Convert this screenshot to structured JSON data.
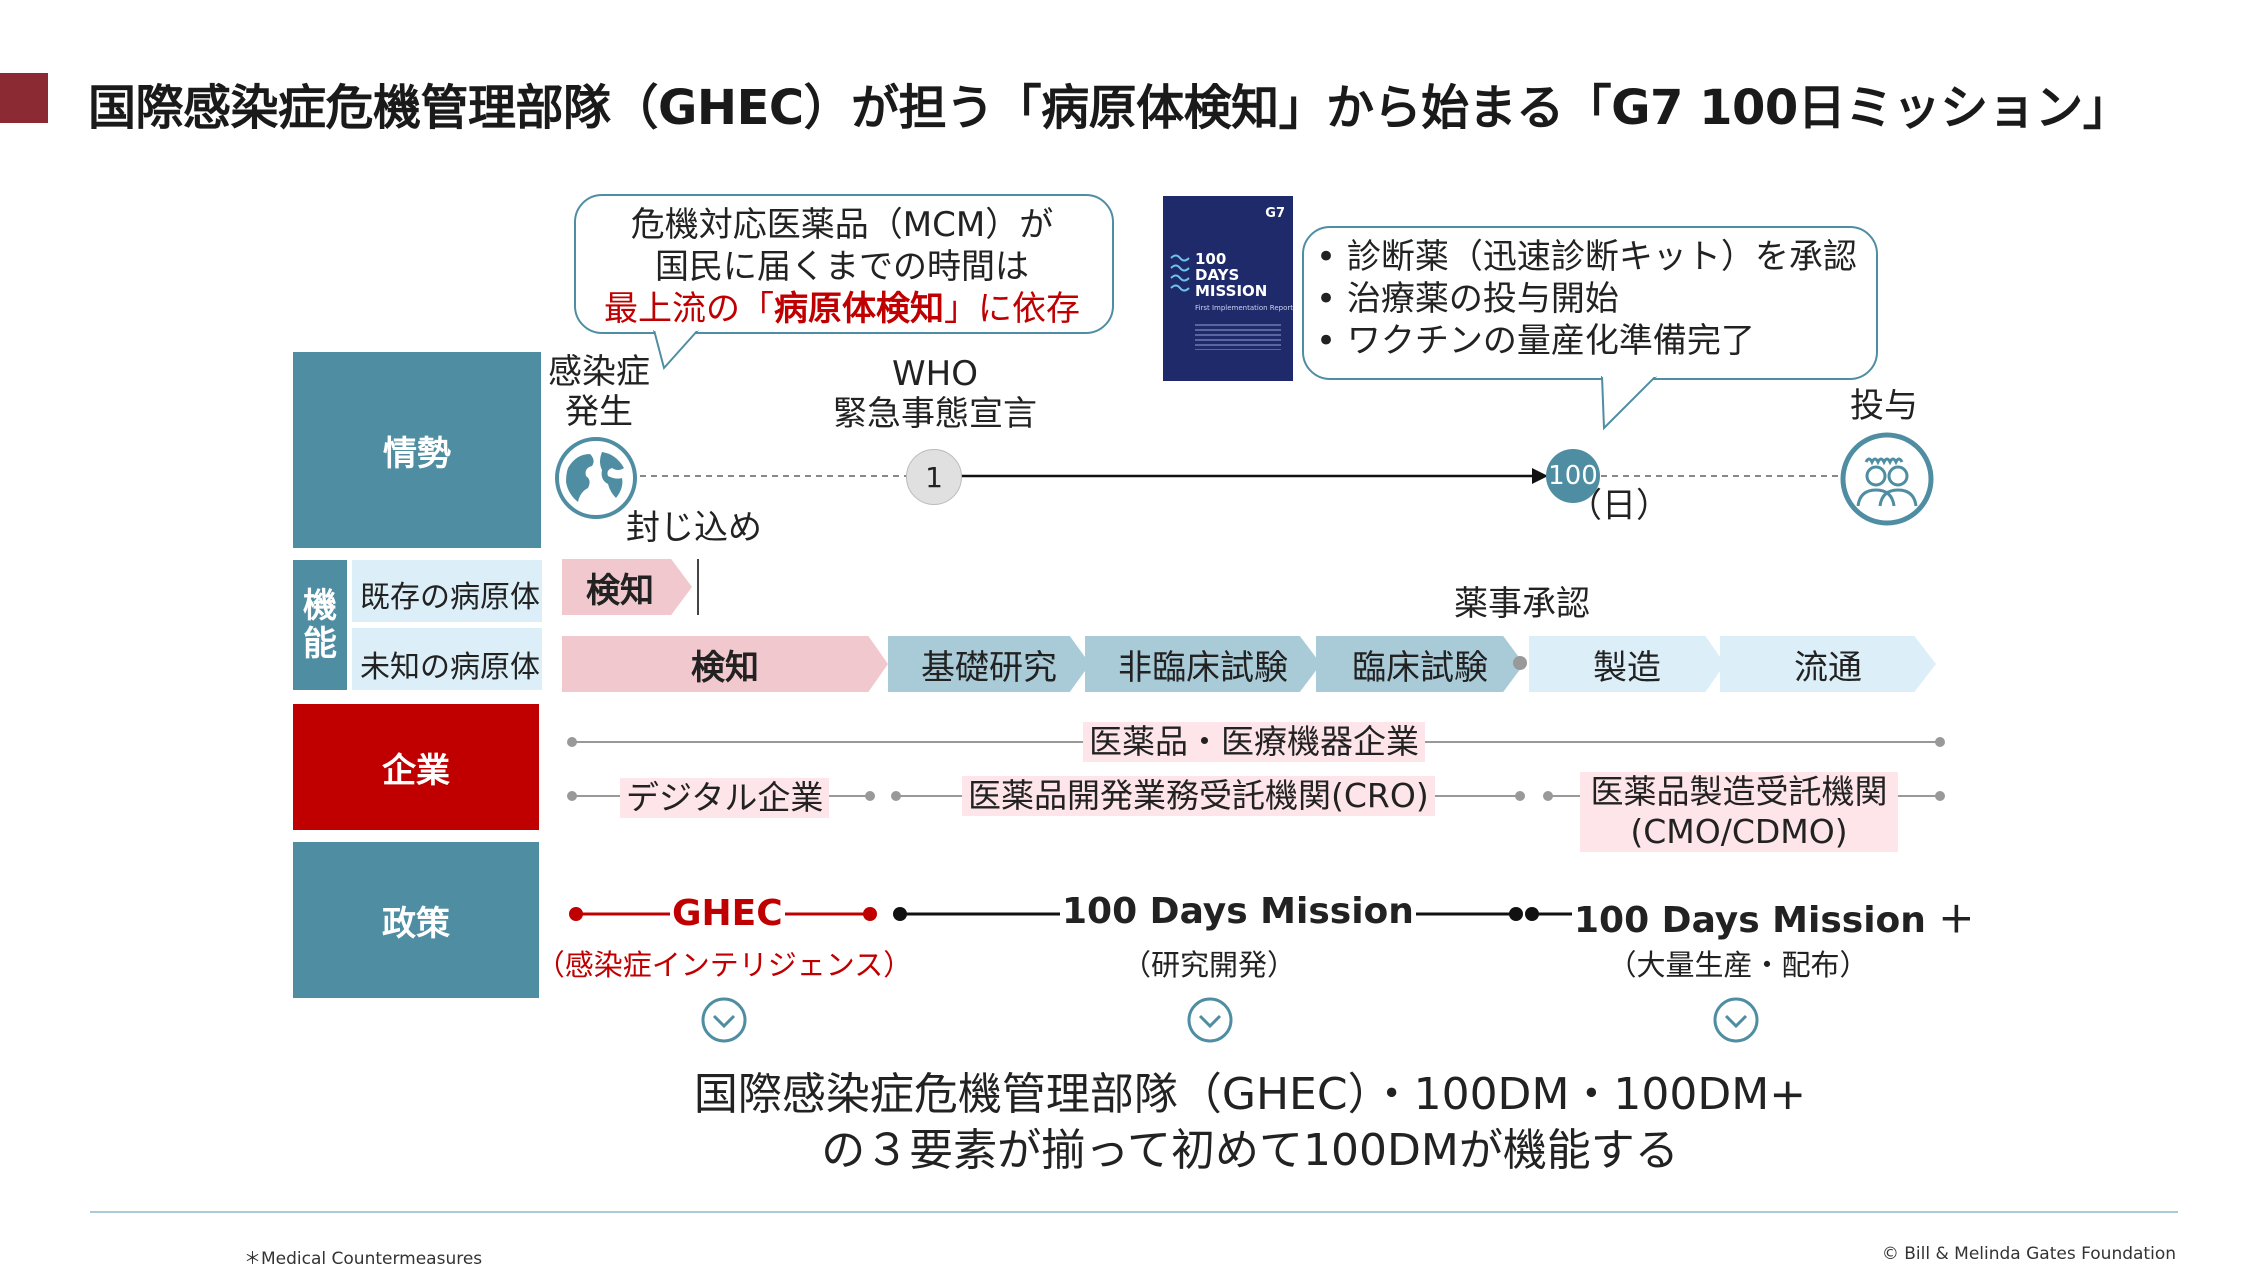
{
  "title": "国際感染症危機管理部隊（GHEC）が担う「病原体検知」から始まる「G7 100日ミッション」",
  "bubble_left": {
    "line1": "危機対応医薬品（MCM）が",
    "line2": "国民に届くまでの時間は",
    "line3_pre": "最上流の「",
    "line3_bold": "病原体検知",
    "line3_post": "」に依存"
  },
  "report_cover": {
    "badge": "G7",
    "title_line1": "100",
    "title_line2": "DAYS",
    "title_line3": "MISSION",
    "subtitle": "First Implementation Report"
  },
  "bubble_right": {
    "items": [
      "• 診断薬（迅速診断キット）を承認",
      "• 治療薬の投与開始",
      "• ワクチンの量産化準備完了"
    ]
  },
  "categories": {
    "situation": "情勢",
    "function_line1": "機",
    "function_line2": "能",
    "company": "企業",
    "policy": "政策"
  },
  "timeline": {
    "outbreak_line1": "感染症",
    "outbreak_line2": "発生",
    "containment": "封じ込め",
    "who_line1": "WHO",
    "who_line2": "緊急事態宣言",
    "day1": "1",
    "day100": "100",
    "day_unit": "（日）",
    "administer": "投与"
  },
  "functions": {
    "known_label": "既存の病原体",
    "unknown_label": "未知の病原体",
    "known_detect": "検知",
    "unknown_detect": "検知",
    "basic_research": "基礎研究",
    "preclinical": "非臨床試験",
    "clinical": "臨床試験",
    "approval": "薬事承認",
    "manufacturing": "製造",
    "distribution": "流通"
  },
  "companies": {
    "pharma_devices": "医薬品・医療機器企業",
    "digital": "デジタル企業",
    "cro": "医薬品開発業務受託機関(CRO)",
    "cmo_line1": "医薬品製造受託機関",
    "cmo_line2": "(CMO/CDMO)"
  },
  "policies": {
    "ghec": "GHEC",
    "ghec_sub": "（感染症インテリジェンス）",
    "dm100": "100 Days Mission",
    "dm100_sub": "（研究開発）",
    "dm100plus": "100 Days Mission ＋",
    "dm100plus_sub": "（大量生産・配布）"
  },
  "conclusion": {
    "line1": "国際感染症危機管理部隊（GHEC）・100DM・100DM+",
    "line2": "の３要素が揃って初めて100DMが機能する"
  },
  "footer": {
    "left": "＊Medical Countermeasures",
    "right": "© Bill & Melinda Gates Foundation"
  },
  "colors": {
    "teal": "#4f8ea2",
    "red": "#c00000",
    "pink": "#f2c8cf",
    "light_blue": "#dceff8",
    "mid_blue": "#a9cbd8",
    "title_accent": "#8b2a33"
  }
}
